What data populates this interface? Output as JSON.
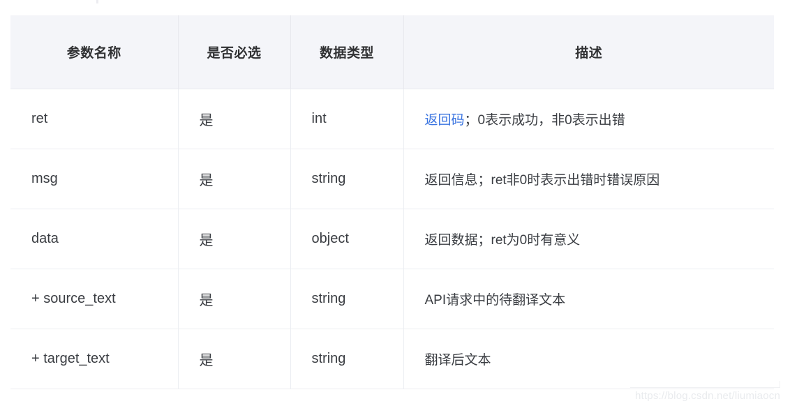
{
  "table": {
    "columns": [
      {
        "key": "name",
        "label": "参数名称"
      },
      {
        "key": "required",
        "label": "是否必选"
      },
      {
        "key": "type",
        "label": "数据类型"
      },
      {
        "key": "desc",
        "label": "描述"
      }
    ],
    "rows": [
      {
        "name": "ret",
        "required": "是",
        "type": "int",
        "desc_link": "返回码",
        "desc_rest": "；0表示成功，非0表示出错"
      },
      {
        "name": "msg",
        "required": "是",
        "type": "string",
        "desc_link": "",
        "desc_rest": "返回信息；ret非0时表示出错时错误原因"
      },
      {
        "name": "data",
        "required": "是",
        "type": "object",
        "desc_link": "",
        "desc_rest": "返回数据；ret为0时有意义"
      },
      {
        "name": "+ source_text",
        "required": "是",
        "type": "string",
        "desc_link": "",
        "desc_rest": "API请求中的待翻译文本"
      },
      {
        "name": "+ target_text",
        "required": "是",
        "type": "string",
        "desc_link": "",
        "desc_rest": "翻译后文本"
      }
    ]
  },
  "watermark": {
    "text": "https://blog.csdn.net/liumiaocn"
  },
  "colors": {
    "header_bg": "#f4f5f9",
    "header_text": "#303133",
    "body_text": "#3a3d42",
    "link": "#3a74e0",
    "border": "#eceef2",
    "watermark": "#e9ebee"
  }
}
